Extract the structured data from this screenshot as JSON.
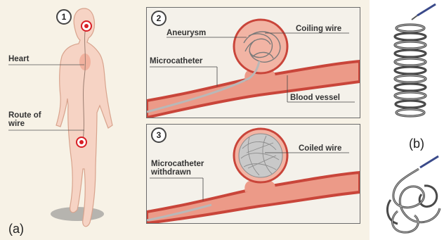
{
  "panel_a": {
    "letter": "(a)",
    "step1": "1",
    "heart_label": "Heart",
    "route_label": "Route of\nwire",
    "step2": "2",
    "aneurysm_label": "Aneurysm",
    "coiling_wire_label": "Coiling wire",
    "microcatheter_label": "Microcatheter",
    "blood_vessel_label": "Blood vessel",
    "step3": "3",
    "coiled_wire_label": "Coiled wire",
    "withdrawn_label": "Microcatheter\nwithdrawn"
  },
  "panel_b": {
    "letter": "(b)"
  },
  "colors": {
    "vessel": "#c9453a",
    "vessel_fill": "#ec9a88",
    "skin": "#f6d3c4",
    "marker": "#d81f26"
  }
}
